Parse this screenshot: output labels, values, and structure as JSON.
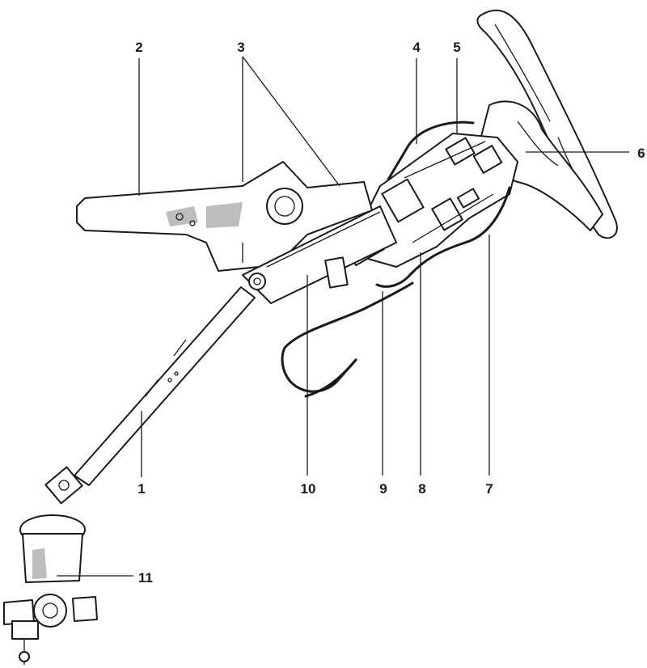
{
  "callouts": [
    {
      "id": "1",
      "text": "1"
    },
    {
      "id": "2",
      "text": "2"
    },
    {
      "id": "3",
      "text": "3"
    },
    {
      "id": "4",
      "text": "4"
    },
    {
      "id": "5",
      "text": "5"
    },
    {
      "id": "6",
      "text": "6"
    },
    {
      "id": "7",
      "text": "7"
    },
    {
      "id": "8",
      "text": "8"
    },
    {
      "id": "9",
      "text": "9"
    },
    {
      "id": "10",
      "text": "10"
    },
    {
      "id": "11",
      "text": "11"
    }
  ],
  "colors": {
    "ink": "#1a1a1a",
    "shade": "#bdbdbd",
    "background": "#ffffff"
  }
}
